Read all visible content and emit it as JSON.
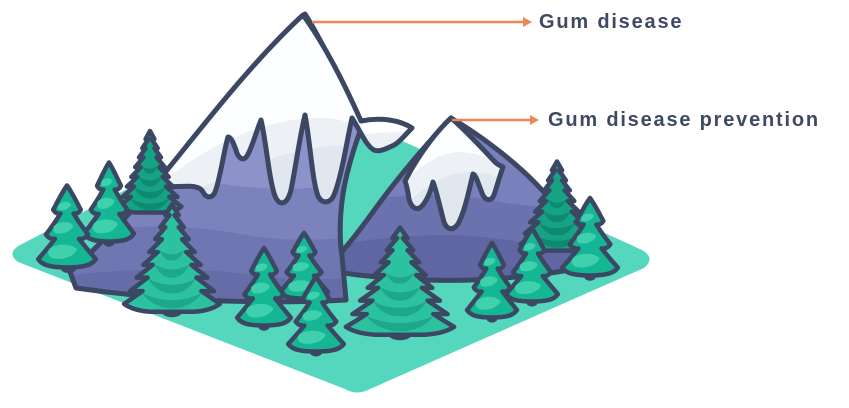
{
  "figure": {
    "type": "isometric mountain illustration",
    "callouts": [
      {
        "id": "gum-disease",
        "text": "Gum disease",
        "target": "large-mountain"
      },
      {
        "id": "gum-disease-prevention",
        "text": "Gum disease prevention",
        "target": "small-mountain"
      }
    ],
    "colors": {
      "outline": "#3b4763",
      "ground": "#55d7bd",
      "mountain_light": "#8d92c9",
      "mountain_mid1": "#7c82bb",
      "mountain_mid2": "#7076b2",
      "mountain_dark": "#656ca8",
      "small_base": "#7a80bb",
      "small_mid1": "#6b72ae",
      "small_mid2": "#5f66a1",
      "snow": "#fdfeff",
      "snow_shade1": "#edf1f6",
      "snow_shade2": "#e1e7ee",
      "tree_smooth": "#14b694",
      "tree_smooth_hl": "#3fd1ae",
      "tree_spiky": "#2cc2a0",
      "tree_spiky_shade": "#1da88a",
      "tree_dark": "#16a285",
      "tree_dark_shade": "#0e8a70",
      "trunk": "#ea8a3e",
      "trunk_spiky": "#d0803c",
      "callout": "#ee8658",
      "label_text": "#3e4a62"
    }
  }
}
